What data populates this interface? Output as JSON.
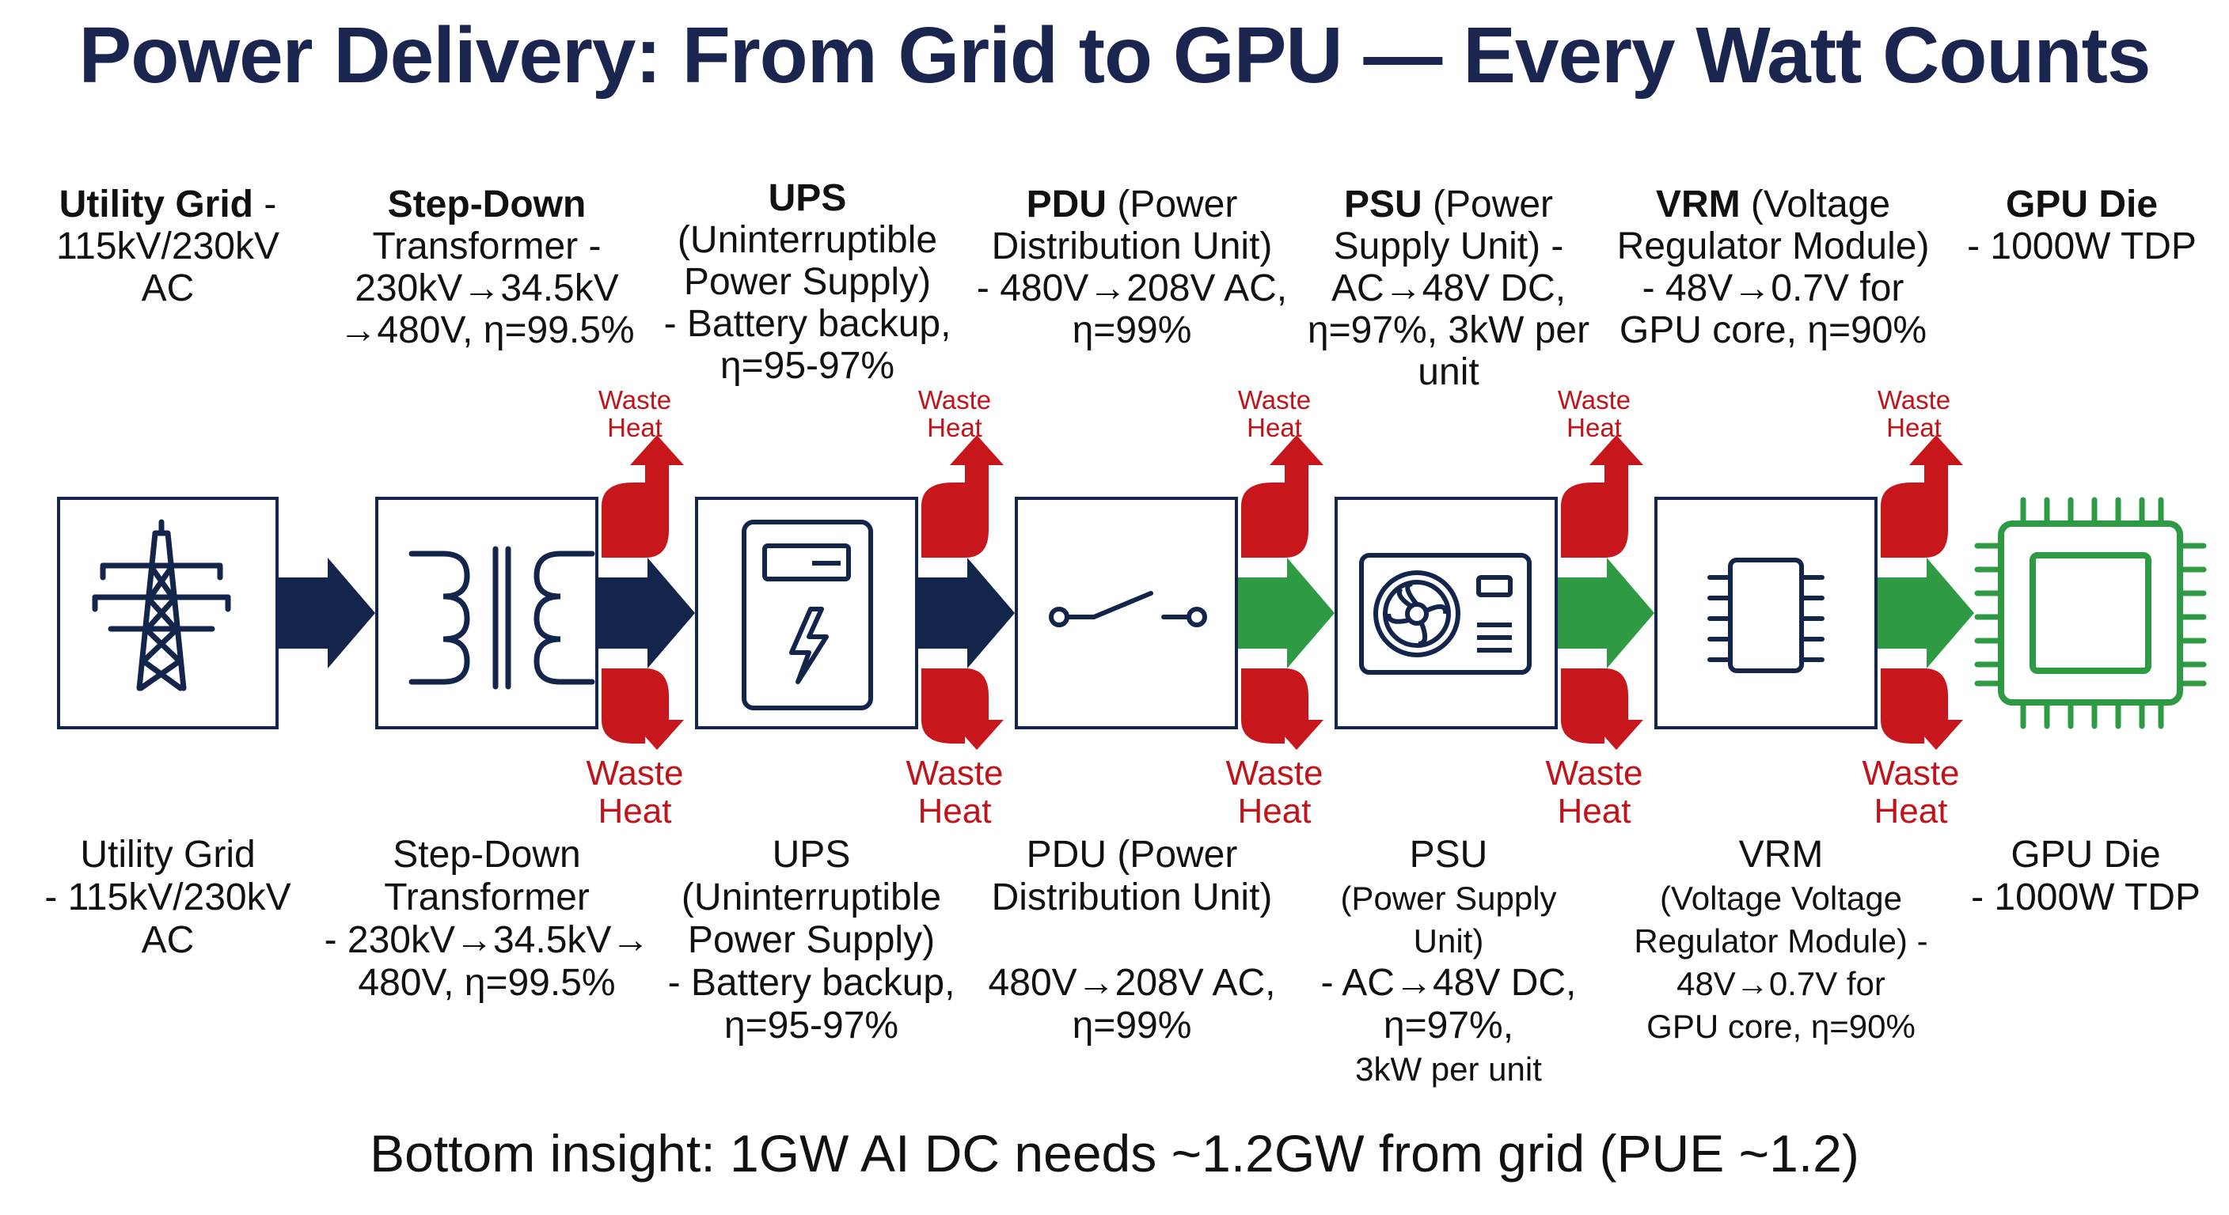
{
  "title": "Power Delivery: From Grid to GPU — Every Watt Counts",
  "top_labels": [
    {
      "name": "Utility Grid",
      "rest": " -",
      "lines": [
        "115kV/230kV",
        "AC"
      ]
    },
    {
      "name": "Step-Down",
      "rest": "",
      "lines": [
        "Transformer -",
        "230kV→34.5kV",
        "→480V, η=99.5%"
      ]
    },
    {
      "name": "UPS",
      "rest": "",
      "lines": [
        "(Uninterruptible",
        "Power Supply)",
        "- Battery backup,",
        "η=95-97%"
      ]
    },
    {
      "name": "PDU",
      "rest": " (Power",
      "lines": [
        "Distribution Unit)",
        "- 480V→208V AC,",
        "η=99%"
      ]
    },
    {
      "name": "PSU",
      "rest": " (Power",
      "lines": [
        "Supply Unit) -",
        "AC→48V DC,",
        "η=97%, 3kW per",
        "unit"
      ]
    },
    {
      "name": "VRM",
      "rest": " (Voltage",
      "lines": [
        "Regulator Module)",
        "- 48V→0.7V for",
        "GPU core, η=90%"
      ]
    },
    {
      "name": "GPU Die",
      "rest": "",
      "lines": [
        "- 1000W TDP"
      ]
    }
  ],
  "bottom_labels": [
    {
      "lines": [
        "Utility Grid",
        "- 115kV/230kV",
        "AC"
      ]
    },
    {
      "lines": [
        "Step-Down",
        "Transformer",
        "- 230kV→34.5kV→",
        "480V, η=99.5%"
      ]
    },
    {
      "lines": [
        "UPS",
        "(Uninterruptible",
        "Power Supply)",
        "- Battery backup,",
        "η=95-97%"
      ]
    },
    {
      "lines": [
        "PDU (Power",
        "Distribution Unit)",
        "",
        "480V→208V AC,",
        "η=99%"
      ]
    },
    {
      "lines": [
        "PSU",
        "(Power Supply",
        "Unit)",
        "- AC→48V DC,",
        "η=97%,",
        "3kW per unit"
      ]
    },
    {
      "lines": [
        "VRM",
        "(Voltage Voltage",
        "Regulator Module) -",
        "48V→0.7V for",
        "GPU core, η=90%"
      ]
    },
    {
      "lines": [
        "GPU Die",
        "- 1000W TDP"
      ]
    }
  ],
  "waste_heat": {
    "line1": "Waste",
    "line2": "Heat"
  },
  "stages": [
    {
      "id": "utility-grid",
      "icon": "power-tower-icon"
    },
    {
      "id": "transformer",
      "icon": "transformer-coil-icon"
    },
    {
      "id": "ups",
      "icon": "battery-lightning-icon"
    },
    {
      "id": "pdu",
      "icon": "switch-icon"
    },
    {
      "id": "psu",
      "icon": "fan-power-supply-icon"
    },
    {
      "id": "vrm",
      "icon": "chip-icon"
    },
    {
      "id": "gpu-die",
      "icon": "gpu-chip-icon"
    }
  ],
  "colors": {
    "navy": "#14254b",
    "green": "#2f9a44",
    "red": "#c8161d",
    "title": "#1a2550"
  },
  "insight": "Bottom insight: 1GW AI DC needs ~1.2GW from grid (PUE ~1.2)"
}
